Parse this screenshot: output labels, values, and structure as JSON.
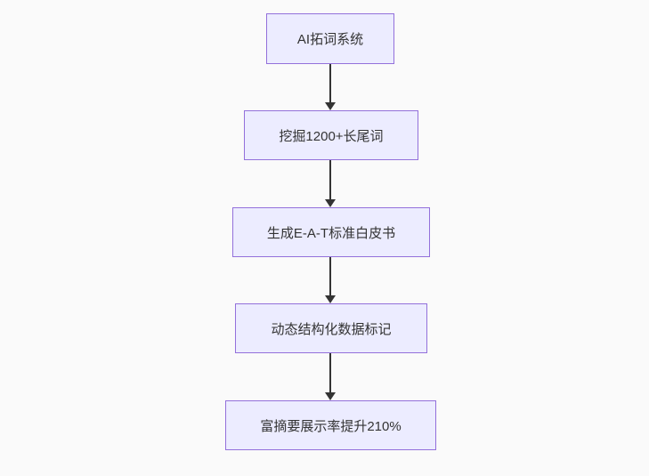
{
  "diagram": {
    "type": "flowchart",
    "direction": "top-down",
    "nodes": [
      {
        "id": "A",
        "label": "AI拓词系统"
      },
      {
        "id": "B",
        "label": "挖掘1200+长尾词"
      },
      {
        "id": "C",
        "label": "生成E-A-T标准白皮书"
      },
      {
        "id": "D",
        "label": "动态结构化数据标记"
      },
      {
        "id": "E",
        "label": "富摘要展示率提升210%"
      }
    ],
    "edges": [
      {
        "from": "AI拓词系统",
        "to": "挖掘1200+长尾词"
      },
      {
        "from": "挖掘1200+长尾词",
        "to": "生成E-A-T标准白皮书"
      },
      {
        "from": "生成E-A-T标准白皮书",
        "to": "动态结构化数据标记"
      },
      {
        "from": "动态结构化数据标记",
        "to": "富摘要展示率提升210%"
      }
    ],
    "colors": {
      "node_fill": "#ECECFF",
      "node_border": "#9370DB",
      "edge": "#333333",
      "text": "#333333",
      "background": "#fafafa"
    }
  }
}
